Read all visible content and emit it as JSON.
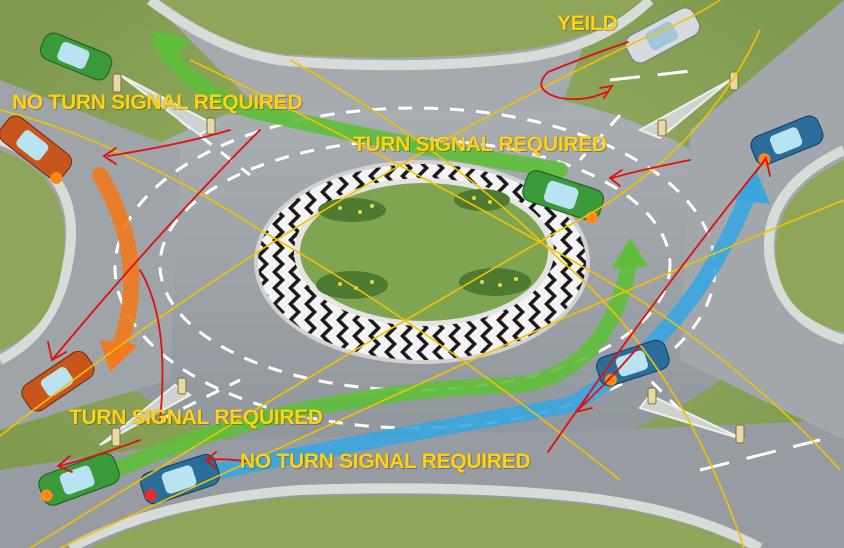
{
  "labels": {
    "yield": "YEILD",
    "no_turn_signal_top": "NO TURN SIGNAL REQUIRED",
    "turn_signal_top": "TURN SIGNAL REQUIRED",
    "turn_signal_bottom": "TURN SIGNAL REQUIRED",
    "no_turn_signal_bottom": "NO TURN SIGNAL REQUIRED"
  },
  "colors": {
    "label_text": "#ffd21a",
    "annotation_red": "#e01010",
    "annotation_yellow": "#f2c200",
    "arrow_green": "#5fbf3a",
    "arrow_blue": "#3aa6e0",
    "arrow_orange": "#f07a1e",
    "road": "#9aa1a6",
    "grass": "#8fa15a"
  },
  "vehicles": [
    {
      "name": "green-car",
      "color": "#3a9a3a"
    },
    {
      "name": "orange-car",
      "color": "#c8551c"
    },
    {
      "name": "silver-car",
      "color": "#d7dbe0"
    },
    {
      "name": "blue-car",
      "color": "#2a6d9a"
    }
  ]
}
